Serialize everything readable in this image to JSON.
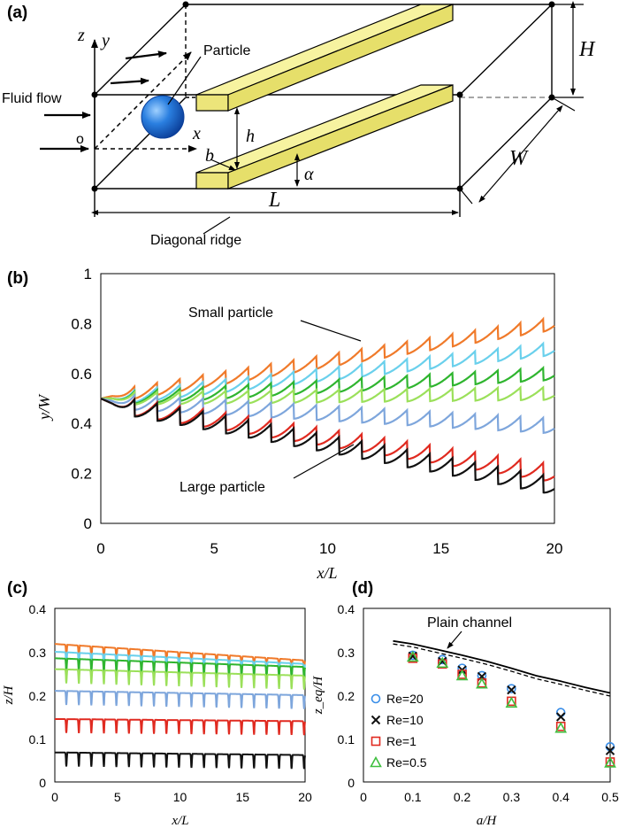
{
  "panel_a": {
    "label": "(a)",
    "fluid_flow": "Fluid flow",
    "particle": "Particle",
    "diagonal_ridge": "Diagonal ridge",
    "sym_z": "z",
    "sym_y": "y",
    "sym_x": "x",
    "sym_o": "o",
    "sym_H": "H",
    "sym_h": "h",
    "sym_b": "b",
    "sym_alpha": "α",
    "sym_W": "W",
    "sym_L": "L",
    "colors": {
      "ridge": "#f7f3a0",
      "particle": "#2a7fe0"
    }
  },
  "chart_data": [
    {
      "id": "b",
      "panel_label": "(b)",
      "type": "line",
      "xlabel": "x/L",
      "ylabel": "y/W",
      "xlim": [
        0,
        20
      ],
      "ylim": [
        0,
        1
      ],
      "xticks": [
        "0",
        "5",
        "10",
        "15",
        "20"
      ],
      "yticks": [
        "0",
        "0.2",
        "0.4",
        "0.6",
        "0.8",
        "1"
      ],
      "x_start": 0.5,
      "ridge_period": 1,
      "annotations": [
        "Small particle",
        "Large particle"
      ],
      "series": [
        {
          "color": "#f07a2a",
          "start": 0.51,
          "end": 0.8,
          "amp": 0.05
        },
        {
          "color": "#6ad0ec",
          "start": 0.5,
          "end": 0.7,
          "amp": 0.05
        },
        {
          "color": "#2fb52f",
          "start": 0.5,
          "end": 0.6,
          "amp": 0.05
        },
        {
          "color": "#9be05a",
          "start": 0.5,
          "end": 0.52,
          "amp": 0.05
        },
        {
          "color": "#7ea6dc",
          "start": 0.49,
          "end": 0.39,
          "amp": 0.06
        },
        {
          "color": "#e02a20",
          "start": 0.48,
          "end": 0.2,
          "amp": 0.07
        },
        {
          "color": "#111111",
          "start": 0.48,
          "end": 0.15,
          "amp": 0.07
        }
      ]
    },
    {
      "id": "c",
      "panel_label": "(c)",
      "type": "line",
      "xlabel": "x/L",
      "ylabel": "z/H",
      "xlim": [
        0,
        20
      ],
      "ylim": [
        0,
        0.4
      ],
      "xticks": [
        "0",
        "5",
        "10",
        "15",
        "20"
      ],
      "yticks": [
        "0",
        "0.1",
        "0.2",
        "0.3",
        "0.4"
      ],
      "ridge_period": 1,
      "series": [
        {
          "color": "#f07a2a",
          "start": 0.318,
          "end": 0.28
        },
        {
          "color": "#6ad0ec",
          "start": 0.3,
          "end": 0.272
        },
        {
          "color": "#2fb52f",
          "start": 0.285,
          "end": 0.265
        },
        {
          "color": "#9be05a",
          "start": 0.26,
          "end": 0.245
        },
        {
          "color": "#7ea6dc",
          "start": 0.21,
          "end": 0.2
        },
        {
          "color": "#e02a20",
          "start": 0.145,
          "end": 0.14
        },
        {
          "color": "#111111",
          "start": 0.068,
          "end": 0.062
        }
      ]
    },
    {
      "id": "d",
      "panel_label": "(d)",
      "type": "scatter",
      "xlabel": "a/H",
      "ylabel": "z_eq/H",
      "xlim": [
        0,
        0.5
      ],
      "ylim": [
        0,
        0.4
      ],
      "xticks": [
        "0",
        "0.1",
        "0.2",
        "0.3",
        "0.4",
        "0.5"
      ],
      "yticks": [
        "0",
        "0.1",
        "0.2",
        "0.3",
        "0.4"
      ],
      "annotation": "Plain channel",
      "plain_channel": {
        "x": [
          0.06,
          0.1,
          0.15,
          0.2,
          0.25,
          0.3,
          0.35,
          0.4,
          0.45,
          0.5
        ],
        "solid": [
          0.325,
          0.318,
          0.305,
          0.292,
          0.278,
          0.262,
          0.245,
          0.232,
          0.218,
          0.205
        ],
        "dashed": [
          0.318,
          0.311,
          0.298,
          0.285,
          0.271,
          0.255,
          0.238,
          0.225,
          0.211,
          0.198
        ]
      },
      "series": [
        {
          "name": "Re=20",
          "marker": "circle",
          "color": "#3a8ee8",
          "x": [
            0.1,
            0.16,
            0.2,
            0.24,
            0.3,
            0.4,
            0.5
          ],
          "y": [
            0.292,
            0.282,
            0.262,
            0.245,
            0.215,
            0.16,
            0.081
          ]
        },
        {
          "name": "Re=10",
          "marker": "x",
          "color": "#111111",
          "x": [
            0.1,
            0.16,
            0.2,
            0.24,
            0.3,
            0.4,
            0.5
          ],
          "y": [
            0.29,
            0.278,
            0.258,
            0.243,
            0.212,
            0.15,
            0.072
          ]
        },
        {
          "name": "Re=1",
          "marker": "square",
          "color": "#e02a20",
          "x": [
            0.1,
            0.16,
            0.2,
            0.24,
            0.3,
            0.4,
            0.5
          ],
          "y": [
            0.285,
            0.272,
            0.248,
            0.228,
            0.186,
            0.128,
            0.046
          ]
        },
        {
          "name": "Re=0.5",
          "marker": "triangle",
          "color": "#3fbf3f",
          "x": [
            0.1,
            0.16,
            0.2,
            0.24,
            0.3,
            0.4,
            0.5
          ],
          "y": [
            0.288,
            0.274,
            0.245,
            0.226,
            0.182,
            0.124,
            0.044
          ]
        }
      ]
    }
  ]
}
